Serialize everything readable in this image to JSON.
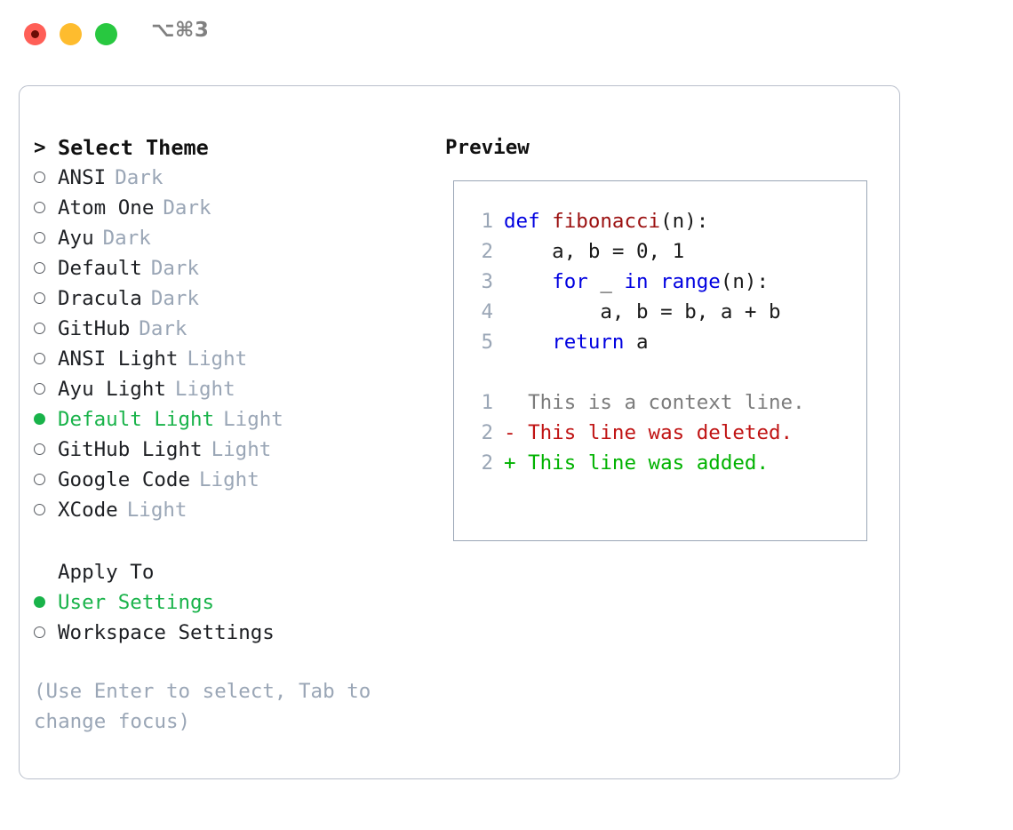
{
  "titlebar": {
    "shortcut": "⌥⌘3",
    "buttons": [
      {
        "name": "close",
        "color": "#ff5f57"
      },
      {
        "name": "minimize",
        "color": "#febc2e"
      },
      {
        "name": "zoom",
        "color": "#28c840"
      }
    ]
  },
  "theme_picker": {
    "header_marker": ">",
    "header": "Select Theme",
    "items": [
      {
        "marker": "o",
        "name": "ANSI",
        "variant": "Dark",
        "selected": false
      },
      {
        "marker": "o",
        "name": "Atom One",
        "variant": "Dark",
        "selected": false
      },
      {
        "marker": "o",
        "name": "Ayu",
        "variant": "Dark",
        "selected": false
      },
      {
        "marker": "o",
        "name": "Default",
        "variant": "Dark",
        "selected": false
      },
      {
        "marker": "o",
        "name": "Dracula",
        "variant": "Dark",
        "selected": false
      },
      {
        "marker": "o",
        "name": "GitHub",
        "variant": "Dark",
        "selected": false
      },
      {
        "marker": "o",
        "name": "ANSI Light",
        "variant": "Light",
        "selected": false
      },
      {
        "marker": "o",
        "name": "Ayu Light",
        "variant": "Light",
        "selected": false
      },
      {
        "marker": "●",
        "name": "Default Light",
        "variant": "Light",
        "selected": true
      },
      {
        "marker": "o",
        "name": "GitHub Light",
        "variant": "Light",
        "selected": false
      },
      {
        "marker": "o",
        "name": "Google Code",
        "variant": "Light",
        "selected": false
      },
      {
        "marker": "o",
        "name": "XCode",
        "variant": "Light",
        "selected": false
      }
    ]
  },
  "apply_to": {
    "label": "Apply To",
    "options": [
      {
        "marker": "●",
        "name": "User Settings",
        "selected": true
      },
      {
        "marker": "o",
        "name": "Workspace Settings",
        "selected": false
      }
    ]
  },
  "hint": "(Use Enter to select, Tab to change focus)",
  "preview": {
    "title": "Preview",
    "code_lines": [
      {
        "num": "1",
        "tokens": [
          {
            "t": "def ",
            "c": "kw"
          },
          {
            "t": "fibonacci",
            "c": "fn"
          },
          {
            "t": "(n):",
            "c": "pl"
          }
        ]
      },
      {
        "num": "2",
        "tokens": [
          {
            "t": "    a, b = 0, 1",
            "c": "pl"
          }
        ]
      },
      {
        "num": "3",
        "tokens": [
          {
            "t": "    ",
            "c": "pl"
          },
          {
            "t": "for",
            "c": "kw"
          },
          {
            "t": " _ ",
            "c": "pl"
          },
          {
            "t": "in",
            "c": "kw"
          },
          {
            "t": " ",
            "c": "pl"
          },
          {
            "t": "range",
            "c": "kw"
          },
          {
            "t": "(n):",
            "c": "pl"
          }
        ]
      },
      {
        "num": "4",
        "tokens": [
          {
            "t": "        a, b = b, a + b",
            "c": "pl"
          }
        ]
      },
      {
        "num": "5",
        "tokens": [
          {
            "t": "    ",
            "c": "pl"
          },
          {
            "t": "return",
            "c": "kw"
          },
          {
            "t": " a",
            "c": "pl"
          }
        ]
      }
    ],
    "diff_lines": [
      {
        "num": "1",
        "text": "  This is a context line.",
        "kind": "ctx"
      },
      {
        "num": "2",
        "text": "- This line was deleted.",
        "kind": "del"
      },
      {
        "num": "2",
        "text": "+ This line was added.",
        "kind": "add"
      }
    ]
  },
  "colors": {
    "accent_green": "#19b34a",
    "muted": "#9aa6b6",
    "keyword": "#0000e0",
    "function": "#9b1010",
    "deleted": "#c01414",
    "added": "#00b200",
    "border": "#9aa6b6",
    "window_border": "#b9bfcb"
  }
}
